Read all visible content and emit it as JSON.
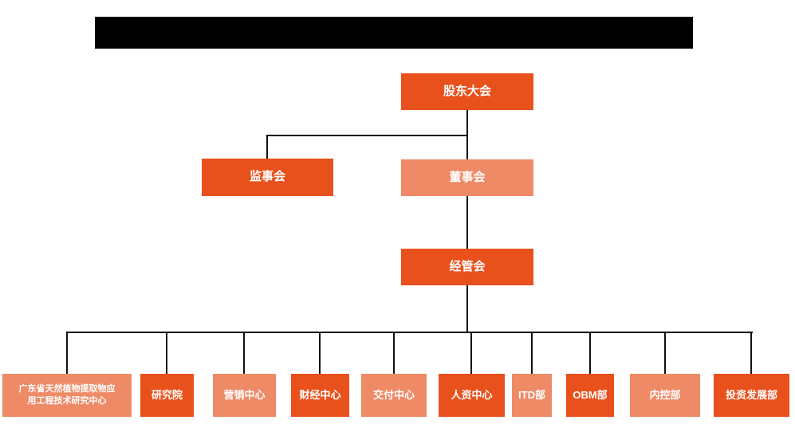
{
  "title_bar": {
    "redacted": true,
    "text": ""
  },
  "colors": {
    "primary_orange": "#e8511c",
    "secondary_salmon": "#ee8a66",
    "connector_line": "#111111",
    "node_text": "#ffffff",
    "redaction_black": "#000000",
    "background": "#ffffff"
  },
  "org": {
    "nodes": {
      "shareholders": {
        "label": "股东大会",
        "variant": "dark"
      },
      "supervisors": {
        "label": "监事会",
        "variant": "dark"
      },
      "directors": {
        "label": "董事会",
        "variant": "light"
      },
      "management": {
        "label": "经管会",
        "variant": "dark"
      }
    },
    "children": [
      {
        "label": "广东省天然植物提取物应\n用工程技术研究中心",
        "variant": "light"
      },
      {
        "label": "研究院",
        "variant": "dark"
      },
      {
        "label": "营销中心",
        "variant": "light"
      },
      {
        "label": "财经中心",
        "variant": "dark"
      },
      {
        "label": "交付中心",
        "variant": "light"
      },
      {
        "label": "人资中心",
        "variant": "dark"
      },
      {
        "label": "ITD部",
        "variant": "light"
      },
      {
        "label": "OBM部",
        "variant": "dark"
      },
      {
        "label": "内控部",
        "variant": "light"
      },
      {
        "label": "投资发展部",
        "variant": "dark"
      }
    ]
  }
}
